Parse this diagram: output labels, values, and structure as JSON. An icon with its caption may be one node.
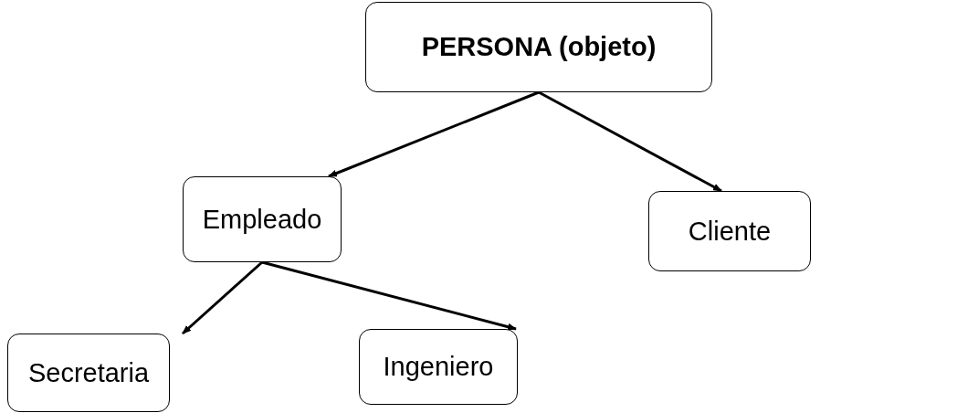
{
  "diagram": {
    "nodes": [
      {
        "text": [
          "PERSONA (objeto)"
        ]
      },
      {
        "text": [
          "Empleado"
        ]
      },
      {
        "text": [
          "Cliente"
        ]
      },
      {
        "text": [
          "Secretaria"
        ]
      },
      {
        "text": [
          "Ingeniero"
        ]
      }
    ],
    "edges": [
      {
        "from": 0,
        "to": 1,
        "arrow": "to"
      },
      {
        "from": 0,
        "to": 2,
        "arrow": "to"
      },
      {
        "from": 1,
        "to": 3,
        "arrow": "to"
      },
      {
        "from": 1,
        "to": 4,
        "arrow": "to"
      }
    ]
  }
}
